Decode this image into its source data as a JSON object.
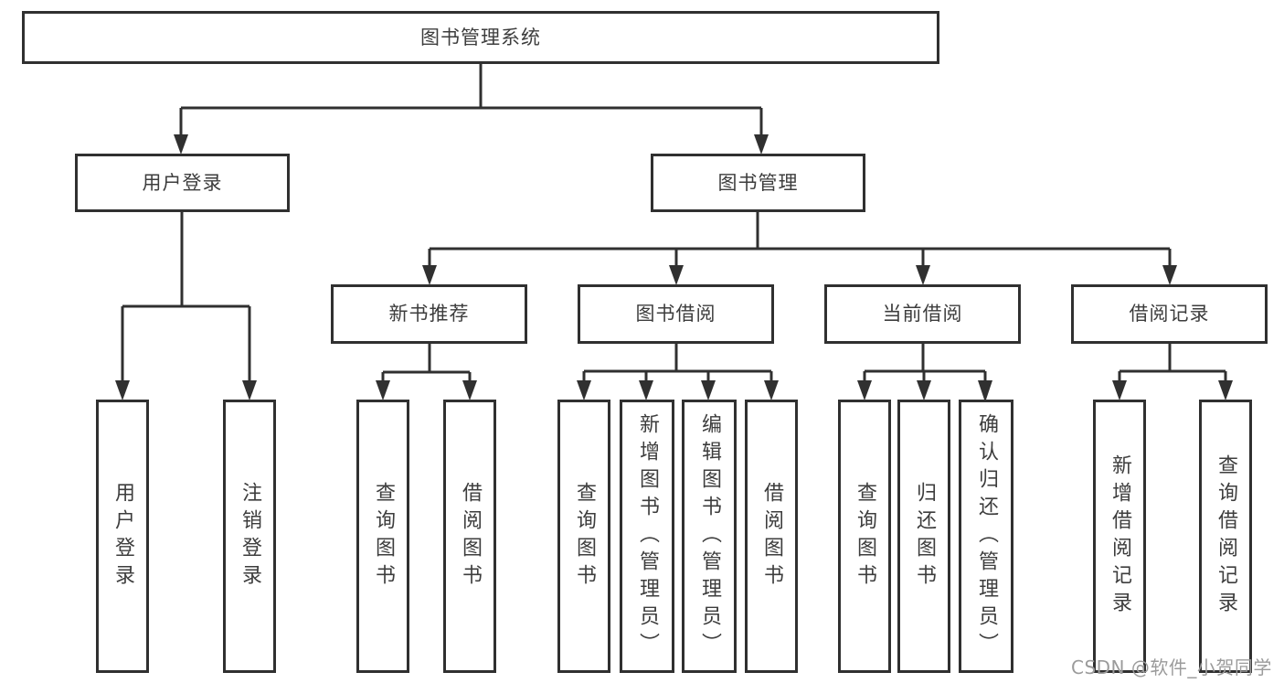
{
  "diagram": {
    "title": "图书管理系统",
    "level2": {
      "user_login": "用户登录",
      "book_management": "图书管理"
    },
    "level3": {
      "new_book_recommend": "新书推荐",
      "book_borrow": "图书借阅",
      "current_borrow": "当前借阅",
      "borrow_records": "借阅记录"
    },
    "leaves": {
      "user_login": [
        "用户登录",
        "注销登录"
      ],
      "new_book_recommend": [
        "查询图书",
        "借阅图书"
      ],
      "book_borrow": [
        "查询图书",
        "新增图书（管理员）",
        "编辑图书（管理员）",
        "借阅图书"
      ],
      "current_borrow": [
        "查询图书",
        "归还图书",
        "确认归还（管理员）"
      ],
      "borrow_records": [
        "新增借阅记录",
        "查询借阅记录"
      ]
    }
  },
  "watermark": "CSDN @软件_小贺同学",
  "colors": {
    "line": "#303030",
    "text": "#3d3d3d",
    "background": "#ffffff",
    "watermark": "#9b9b9b"
  }
}
